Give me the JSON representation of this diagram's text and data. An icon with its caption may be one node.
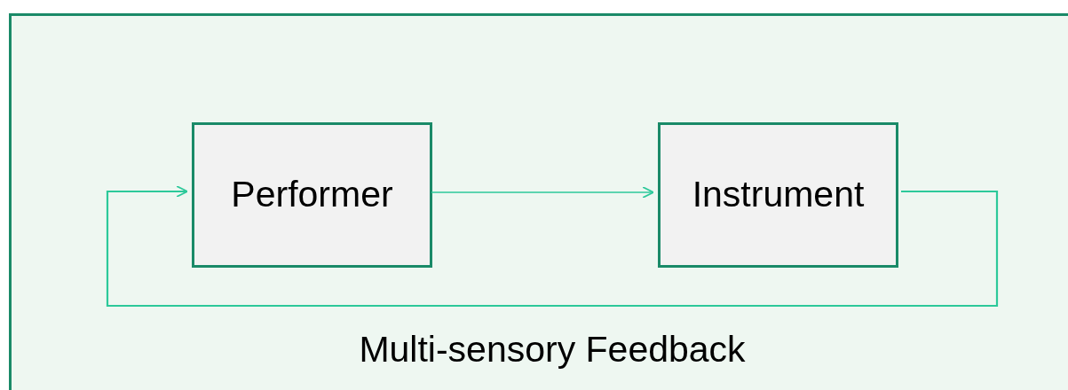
{
  "diagram": {
    "nodes": [
      {
        "text": [],
        "shape": "box"
      },
      {
        "text": [
          "Performer"
        ],
        "in": 0
      },
      {
        "text": [
          "Instrument"
        ],
        "in": 0
      }
    ],
    "edges": [
      {
        "from": 1,
        "to": 2,
        "arrow": "to"
      },
      {
        "from": 2,
        "to": 1,
        "arrow": "to",
        "label": "Multi-sensory Feedback"
      }
    ]
  }
}
